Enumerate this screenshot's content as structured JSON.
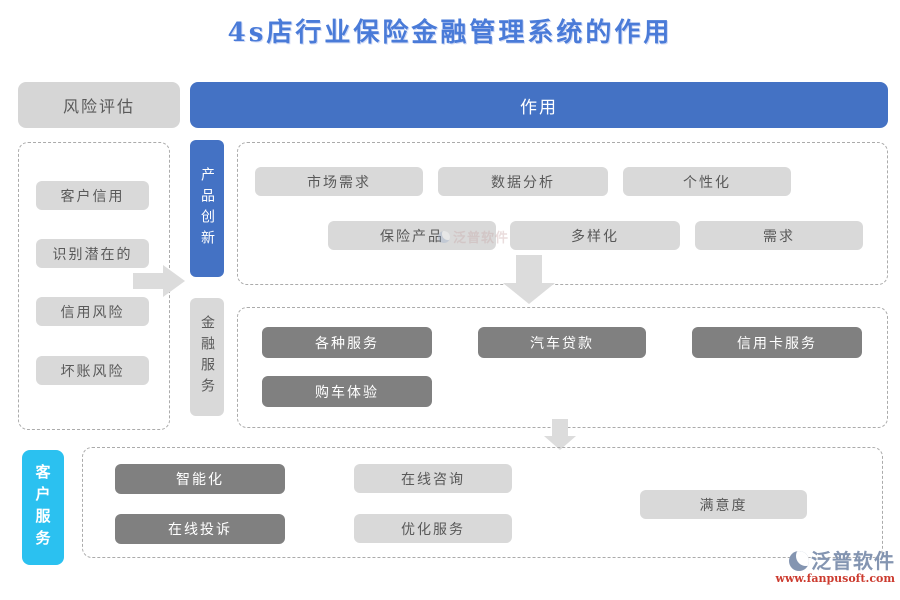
{
  "title": "4s店行业保险金融管理系统的作用",
  "top": {
    "risk_label": "风险评估",
    "main_label": "作用"
  },
  "left_panel": {
    "items": [
      "客户信用",
      "识别潜在的",
      "信用风险",
      "坏账风险"
    ]
  },
  "lanes": {
    "product_innovation_label": "产品创新",
    "financial_service_label": "金融服务",
    "customer_service_label": "客户服务"
  },
  "section_product": {
    "row1": [
      "市场需求",
      "数据分析",
      "个性化"
    ],
    "row2": [
      "保险产品",
      "多样化",
      "需求"
    ]
  },
  "section_finance": {
    "row1": [
      "各种服务",
      "汽车贷款",
      "信用卡服务"
    ],
    "row2": [
      "购车体验"
    ]
  },
  "section_customer": {
    "dark_items": [
      "智能化",
      "在线投诉"
    ],
    "light_items": [
      "在线咨询",
      "优化服务"
    ],
    "right_item": "满意度"
  },
  "watermark": {
    "text": "泛普软件"
  },
  "logo": {
    "name": "泛普软件",
    "url": "www.fanpusoft.com"
  },
  "colors": {
    "blue": "#4472C4",
    "cyan": "#2BC1F0",
    "light_gray": "#D9D9D9",
    "dark_gray": "#808080",
    "title_blue": "#4A7BD8",
    "logo_text": "#8495B1",
    "logo_url": "#CC3B2F"
  }
}
